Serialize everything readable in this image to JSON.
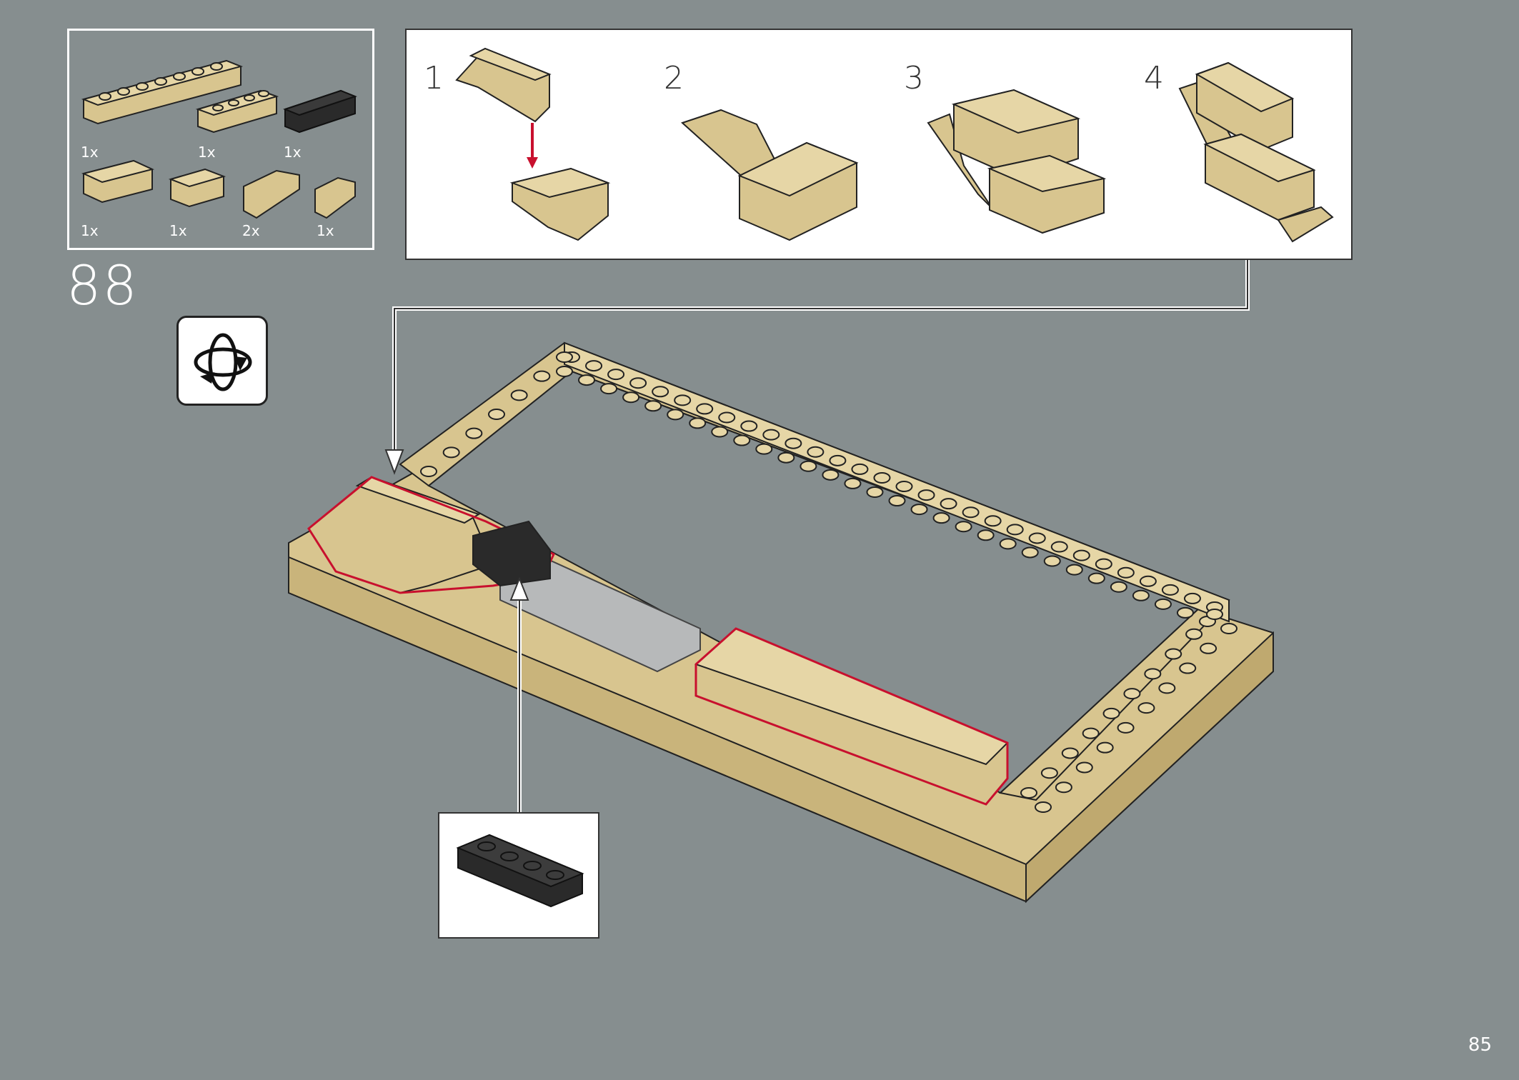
{
  "parts": {
    "quantities": [
      "1x",
      "1x",
      "1x",
      "1x",
      "1x",
      "2x",
      "1x"
    ]
  },
  "step": {
    "number": "88"
  },
  "substeps": {
    "labels": [
      "1",
      "2",
      "3",
      "4"
    ]
  },
  "page": {
    "number": "85"
  },
  "icons": {
    "rotate": "rotate-model-icon",
    "arrow": "pointer-arrow-icon"
  },
  "colors": {
    "background": "#868e8f",
    "tan": "#d8c58f",
    "black_brick": "#2a2a2a",
    "highlight": "#c8102e"
  }
}
